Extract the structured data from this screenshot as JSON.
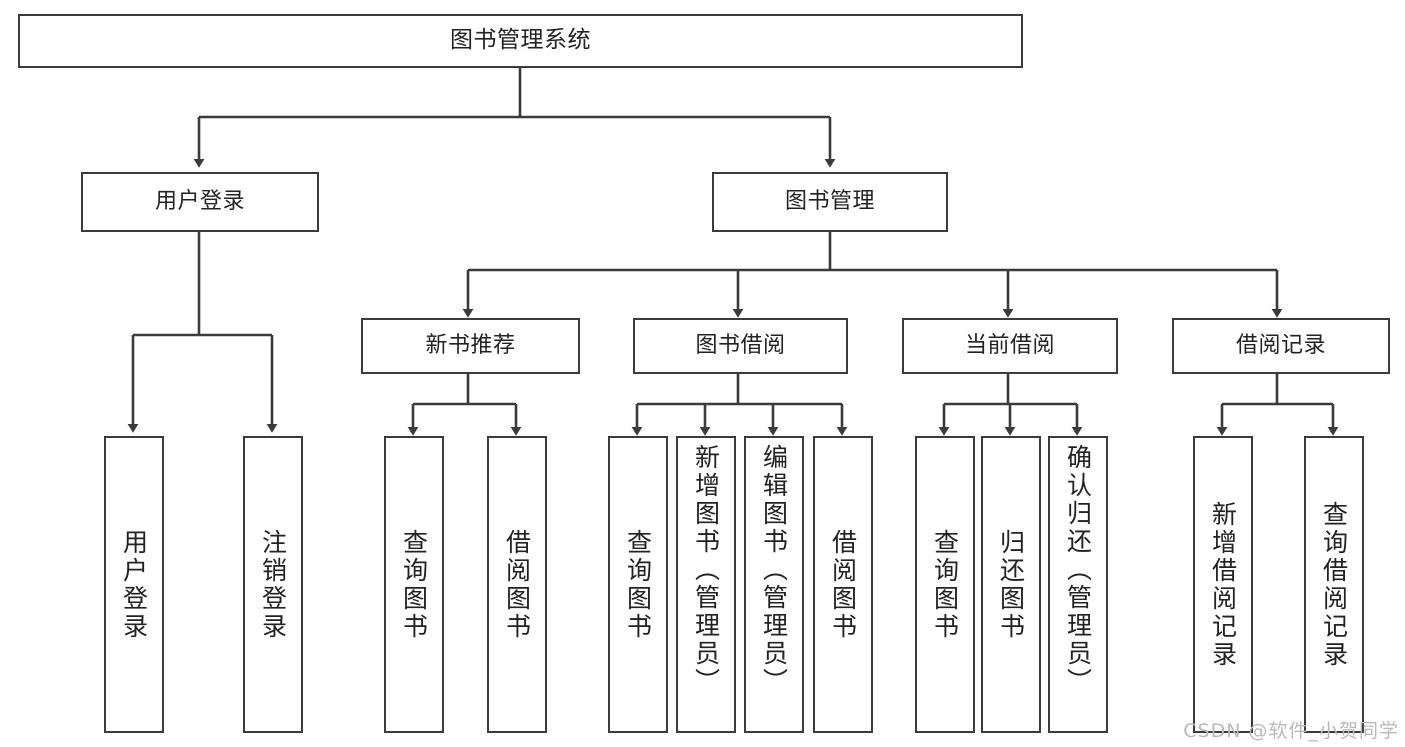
{
  "diagram": {
    "title": "图书管理系统",
    "type": "hierarchy-tree",
    "root": {
      "label": "图书管理系统"
    },
    "level1": [
      {
        "label": "用户登录"
      },
      {
        "label": "图书管理"
      }
    ],
    "level2": [
      {
        "label": "新书推荐"
      },
      {
        "label": "图书借阅"
      },
      {
        "label": "当前借阅"
      },
      {
        "label": "借阅记录"
      }
    ],
    "leaves": {
      "user_login": [
        {
          "label": "用户登录"
        },
        {
          "label": "注销登录"
        }
      ],
      "new_book_recommend": [
        {
          "label": "查询图书"
        },
        {
          "label": "借阅图书"
        }
      ],
      "book_borrow": [
        {
          "label": "查询图书"
        },
        {
          "label": "新增图书（管理员）"
        },
        {
          "label": "编辑图书（管理员）"
        },
        {
          "label": "借阅图书"
        }
      ],
      "current_borrow": [
        {
          "label": "查询图书"
        },
        {
          "label": "归还图书"
        },
        {
          "label": "确认归还（管理员）"
        }
      ],
      "borrow_record": [
        {
          "label": "新增借阅记录"
        },
        {
          "label": "查询借阅记录"
        }
      ]
    }
  },
  "watermark": {
    "text": "CSDN @软件_小贺同学"
  },
  "colors": {
    "stroke": "#3b3b3b",
    "text": "#222222",
    "background": "#ffffff",
    "watermark": "#b9b9b9"
  }
}
